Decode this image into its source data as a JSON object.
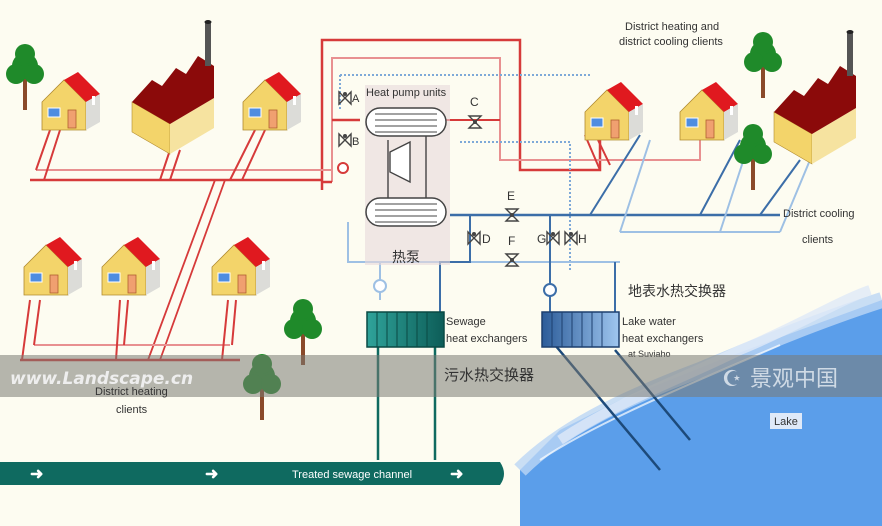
{
  "labels": {
    "heat_pump_units": "Heat pump units",
    "heat_pump_cn": "热泵",
    "valve_a": "A",
    "valve_b": "B",
    "valve_c": "C",
    "valve_d": "D",
    "valve_e": "E",
    "valve_f": "F",
    "valve_g": "G",
    "valve_h": "H",
    "dh_dc_clients_line1": "District heating and",
    "dh_dc_clients_line2": "district cooling clients",
    "dc_clients_line1": "District cooling",
    "dc_clients_line2": "clients",
    "dh_clients_line1": "District heating",
    "dh_clients_line2": "clients",
    "sewage_hx_line1": "Sewage",
    "sewage_hx_line2": "heat exchangers",
    "sewage_hx_cn": "污水热交换器",
    "lake_hx_line1": "Lake water",
    "lake_hx_line2": "heat exchangers",
    "lake_hx_line3": "at Suviaho",
    "surface_water_hx_cn": "地表水热交换器",
    "lake": "Lake",
    "sewage_channel": "Treated sewage channel"
  },
  "watermark": {
    "url": "www.Landscape.cn",
    "brand_cn": "景观中国"
  },
  "colors": {
    "background": "#fdfcf1",
    "hot_pipe": "#d63a3a",
    "hot_pipe_light": "#e89090",
    "cold_pipe": "#3c6ea8",
    "cold_pipe_light": "#9ec0e4",
    "sewage": "#0f6a60",
    "lake": "#5b9eea",
    "roof": "#e0191f",
    "factory_roof": "#8b0a0a",
    "wall": "#f3d46a",
    "tree": "#1f8a2a",
    "watermark_band": "#7a7a72"
  }
}
